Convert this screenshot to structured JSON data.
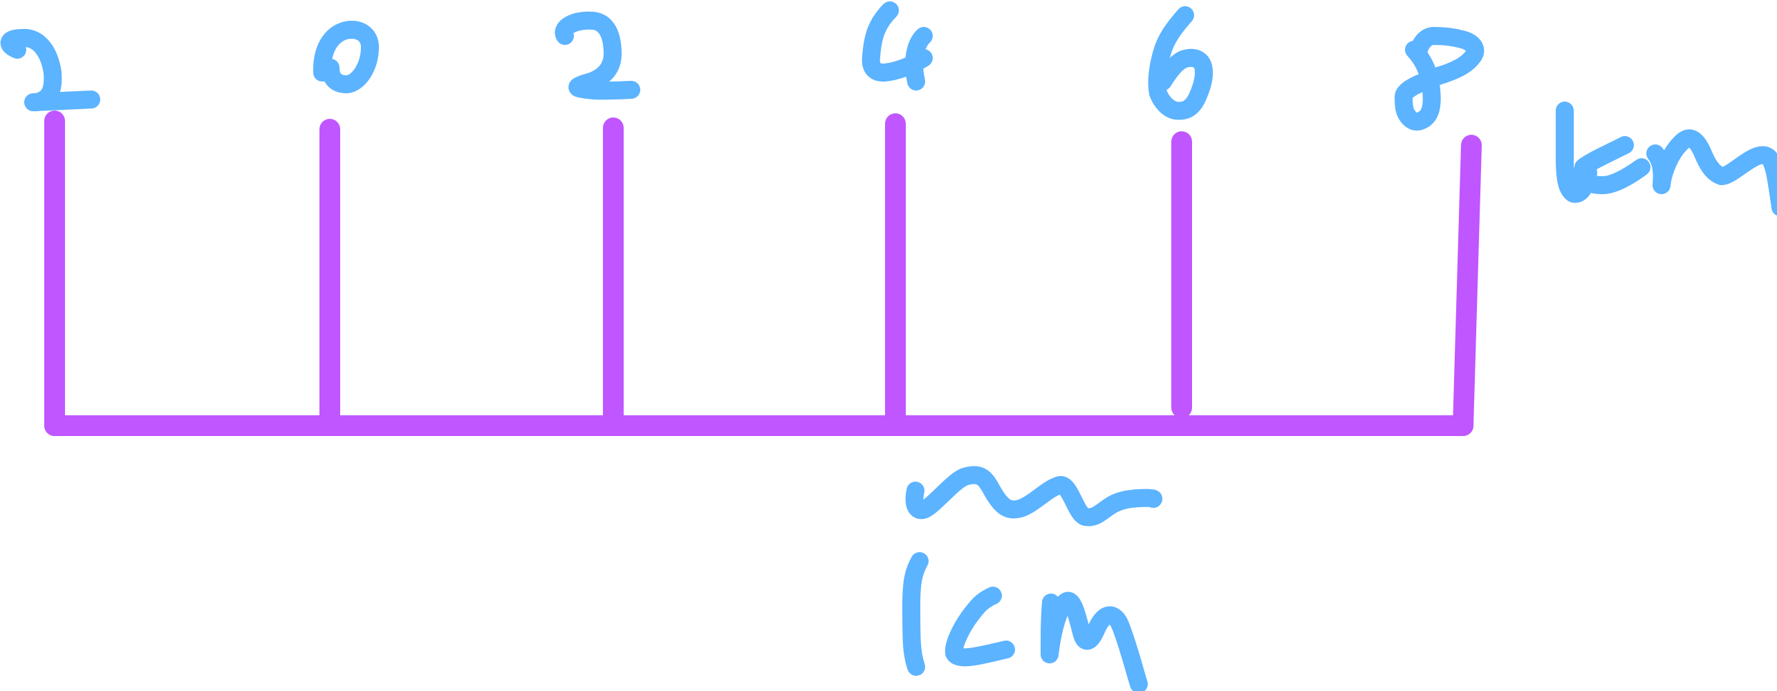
{
  "scale_labels": [
    "2",
    "0",
    "2",
    "4",
    "6",
    "8"
  ],
  "unit_top": "km",
  "unit_bottom": "1cm",
  "colors": {
    "ruler": "#c056ff",
    "handwriting": "#5cb3ff",
    "background": "#ffffff"
  }
}
